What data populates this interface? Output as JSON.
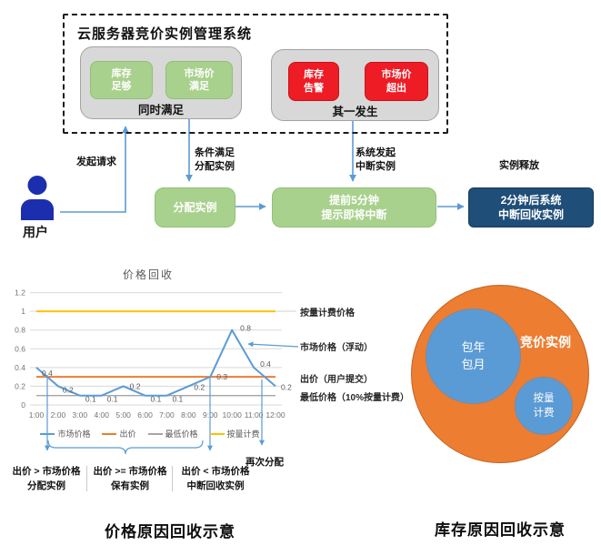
{
  "colors": {
    "green": "#a9d18e",
    "red": "#ee1c25",
    "navy": "#1f4e79",
    "group_gray": "#d8d8d8",
    "arrow_blue": "#5b9bd5",
    "market_blue": "#5b9bd5",
    "bid_orange": "#ed7d31",
    "min_gray": "#a5a5a5",
    "ondemand_yellow": "#ffc000",
    "user_icon_blue": "#1b2fae"
  },
  "flowchart": {
    "system_title": "云服务器竞价实例管理系统",
    "satisfy_group": {
      "label": "同时满足",
      "items": [
        {
          "label": "库存\n足够"
        },
        {
          "label": "市场价\n满足"
        }
      ]
    },
    "occur_group": {
      "label": "其一发生",
      "items": [
        {
          "label": "库存\n告警"
        },
        {
          "label": "市场价\n超出"
        }
      ]
    },
    "user_label": "用户",
    "edges": {
      "request": "发起请求",
      "allocate": "条件满足\n分配实例",
      "interrupt": "系统发起\n中断实例",
      "release": "实例释放"
    },
    "nodes": {
      "allocate": "分配实例",
      "notify": "提前5分钟\n提示即将中断",
      "reclaim": "2分钟后系统\n中断回收实例"
    }
  },
  "chart_data": {
    "type": "line",
    "title": "价格回收",
    "x": [
      "1:00",
      "2:00",
      "3:00",
      "4:00",
      "5:00",
      "6:00",
      "7:00",
      "8:00",
      "9:00",
      "10:00",
      "11:00",
      "12:00"
    ],
    "ylim": [
      0,
      1.2
    ],
    "yticks": [
      0,
      0.2,
      0.4,
      0.6,
      0.8,
      1,
      1.2
    ],
    "grid": true,
    "legend_position": "bottom",
    "series": [
      {
        "name": "市场价格",
        "color": "#5b9bd5",
        "values": [
          0.4,
          0.2,
          0.1,
          0.1,
          0.2,
          0.1,
          0.1,
          0.2,
          0.3,
          0.8,
          0.4,
          0.2
        ],
        "point_labels": true
      },
      {
        "name": "出价",
        "color": "#ed7d31",
        "constant": 0.3
      },
      {
        "name": "最低价格",
        "color": "#a5a5a5",
        "constant": 0.1
      },
      {
        "name": "按量计费",
        "color": "#ffc000",
        "constant": 1.0
      }
    ],
    "right_annotations": [
      "按量计费价格",
      "市场价格（浮动）",
      "出价（用户提交）",
      "最低价格（10%按量计费）"
    ]
  },
  "price_zones": {
    "zone1": "出价 > 市场价格\n分配实例",
    "zone2": "出价 >= 市场价格\n保有实例",
    "zone3": "出价 < 市场价格\n中断回收实例",
    "reallocate": "再次分配"
  },
  "venn": {
    "outer_label": "竞价实例",
    "big_label": "包年\n包月",
    "small_label": "按量\n计费"
  },
  "captions": {
    "price": "价格原因回收示意",
    "stock": "库存原因回收示意"
  }
}
